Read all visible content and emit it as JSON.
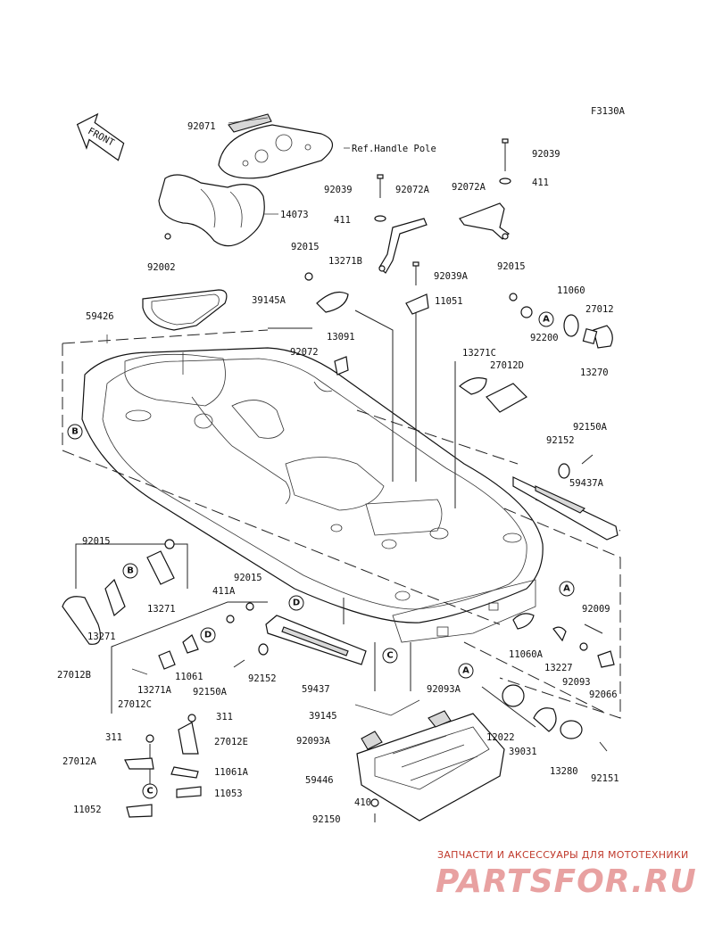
{
  "diagram_code": "F3130A",
  "front_label": "FRONT",
  "ref_label": "Ref.Handle Pole",
  "part_labels": [
    {
      "id": "92071",
      "text": "92071"
    },
    {
      "id": "14073",
      "text": "14073"
    },
    {
      "id": "92002",
      "text": "92002"
    },
    {
      "id": "59426",
      "text": "59426"
    },
    {
      "id": "92039-top",
      "text": "92039"
    },
    {
      "id": "92039",
      "text": "92039"
    },
    {
      "id": "92072A-l",
      "text": "92072A"
    },
    {
      "id": "92072A-r",
      "text": "92072A"
    },
    {
      "id": "411-l",
      "text": "411"
    },
    {
      "id": "411-r",
      "text": "411"
    },
    {
      "id": "92015-a",
      "text": "92015"
    },
    {
      "id": "13271B",
      "text": "13271B"
    },
    {
      "id": "39145A",
      "text": "39145A"
    },
    {
      "id": "92039A",
      "text": "92039A"
    },
    {
      "id": "11051",
      "text": "11051"
    },
    {
      "id": "92015-b",
      "text": "92015"
    },
    {
      "id": "11060",
      "text": "11060"
    },
    {
      "id": "27012",
      "text": "27012"
    },
    {
      "id": "92200",
      "text": "92200"
    },
    {
      "id": "13270",
      "text": "13270"
    },
    {
      "id": "13091",
      "text": "13091"
    },
    {
      "id": "92072",
      "text": "92072"
    },
    {
      "id": "13271C",
      "text": "13271C"
    },
    {
      "id": "27012D",
      "text": "27012D"
    },
    {
      "id": "92150A-r",
      "text": "92150A"
    },
    {
      "id": "92152-r",
      "text": "92152"
    },
    {
      "id": "59437A",
      "text": "59437A"
    },
    {
      "id": "92015-c",
      "text": "92015"
    },
    {
      "id": "13271",
      "text": "13271"
    },
    {
      "id": "13271-b",
      "text": "13271"
    },
    {
      "id": "27012B",
      "text": "27012B"
    },
    {
      "id": "92015-d",
      "text": "92015"
    },
    {
      "id": "411A",
      "text": "411A"
    },
    {
      "id": "11061",
      "text": "11061"
    },
    {
      "id": "13271A",
      "text": "13271A"
    },
    {
      "id": "27012C",
      "text": "27012C"
    },
    {
      "id": "92150A-l",
      "text": "92150A"
    },
    {
      "id": "92152-l",
      "text": "92152"
    },
    {
      "id": "59437",
      "text": "59437"
    },
    {
      "id": "11060A",
      "text": "11060A"
    },
    {
      "id": "92009",
      "text": "92009"
    },
    {
      "id": "13227",
      "text": "13227"
    },
    {
      "id": "92093",
      "text": "92093"
    },
    {
      "id": "92066",
      "text": "92066"
    },
    {
      "id": "92093A-t",
      "text": "92093A"
    },
    {
      "id": "39145",
      "text": "39145"
    },
    {
      "id": "92093A-b",
      "text": "92093A"
    },
    {
      "id": "12022",
      "text": "12022"
    },
    {
      "id": "39031",
      "text": "39031"
    },
    {
      "id": "13280",
      "text": "13280"
    },
    {
      "id": "92151",
      "text": "92151"
    },
    {
      "id": "59446",
      "text": "59446"
    },
    {
      "id": "410",
      "text": "410"
    },
    {
      "id": "92150",
      "text": "92150"
    },
    {
      "id": "311-a",
      "text": "311"
    },
    {
      "id": "311-b",
      "text": "311"
    },
    {
      "id": "27012E",
      "text": "27012E"
    },
    {
      "id": "27012A",
      "text": "27012A"
    },
    {
      "id": "11061A",
      "text": "11061A"
    },
    {
      "id": "11053",
      "text": "11053"
    },
    {
      "id": "11052",
      "text": "11052"
    }
  ],
  "callout_labels": {
    "A": "A",
    "B": "B",
    "C": "C",
    "D": "D"
  },
  "watermark": {
    "subtitle": "ЗАПЧАСТИ И АКСЕССУАРЫ ДЛЯ МОТОТЕХНИКИ",
    "brand": "PARTSFOR.RU"
  }
}
